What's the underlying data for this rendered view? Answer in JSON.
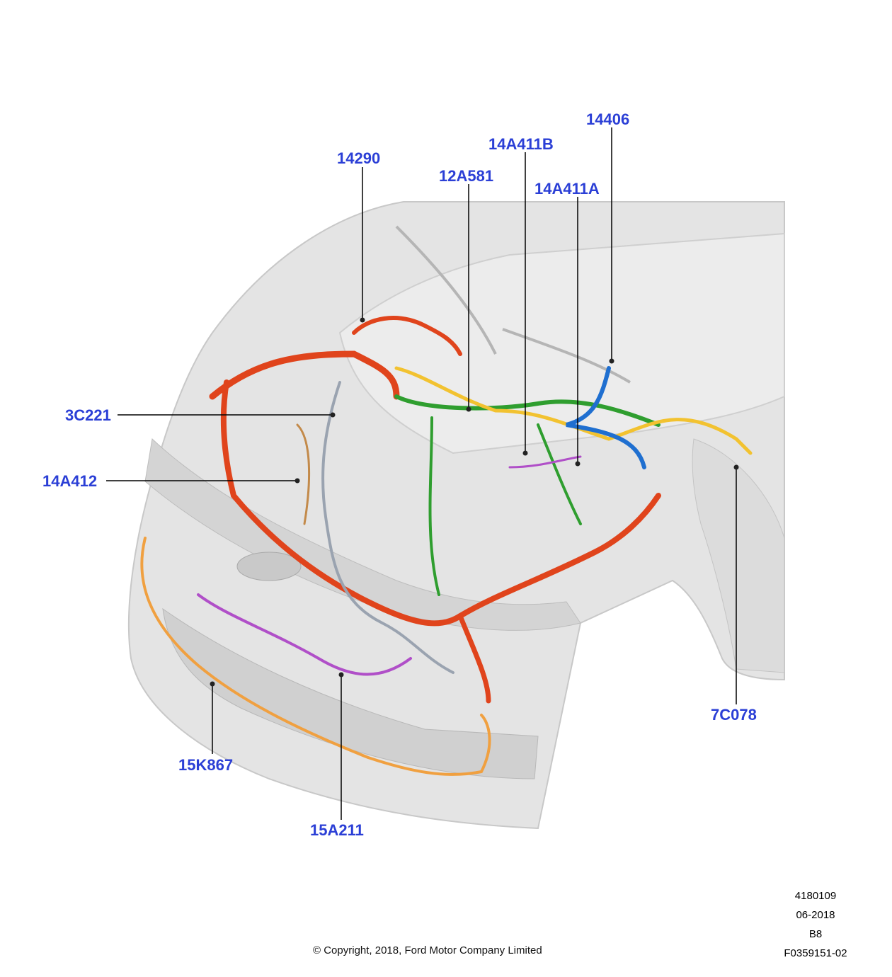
{
  "callouts": {
    "c14406": "14406",
    "c14A411B": "14A411B",
    "c14290": "14290",
    "c12A581": "12A581",
    "c14A411A": "14A411A",
    "c3C221": "3C221",
    "c14A412": "14A412",
    "c7C078": "7C078",
    "c15K867": "15K867",
    "c15A211": "15A211"
  },
  "footer": {
    "ref_number": "4180109",
    "date": "06-2018",
    "version": "B8",
    "figure_id": "F0359151-02",
    "copyright": "© Copyright, 2018, Ford Motor Company Limited"
  },
  "colors": {
    "callout_text": "#2b3fd6",
    "harness_main": "#e0441c",
    "harness_green": "#2f9e2f",
    "harness_yellow": "#f2c230",
    "harness_blue": "#1f6fd0",
    "harness_purple": "#b04fc8",
    "harness_orange": "#f0a040",
    "harness_grey": "#9aa3b0",
    "body_grey": "#d7d7d7"
  }
}
